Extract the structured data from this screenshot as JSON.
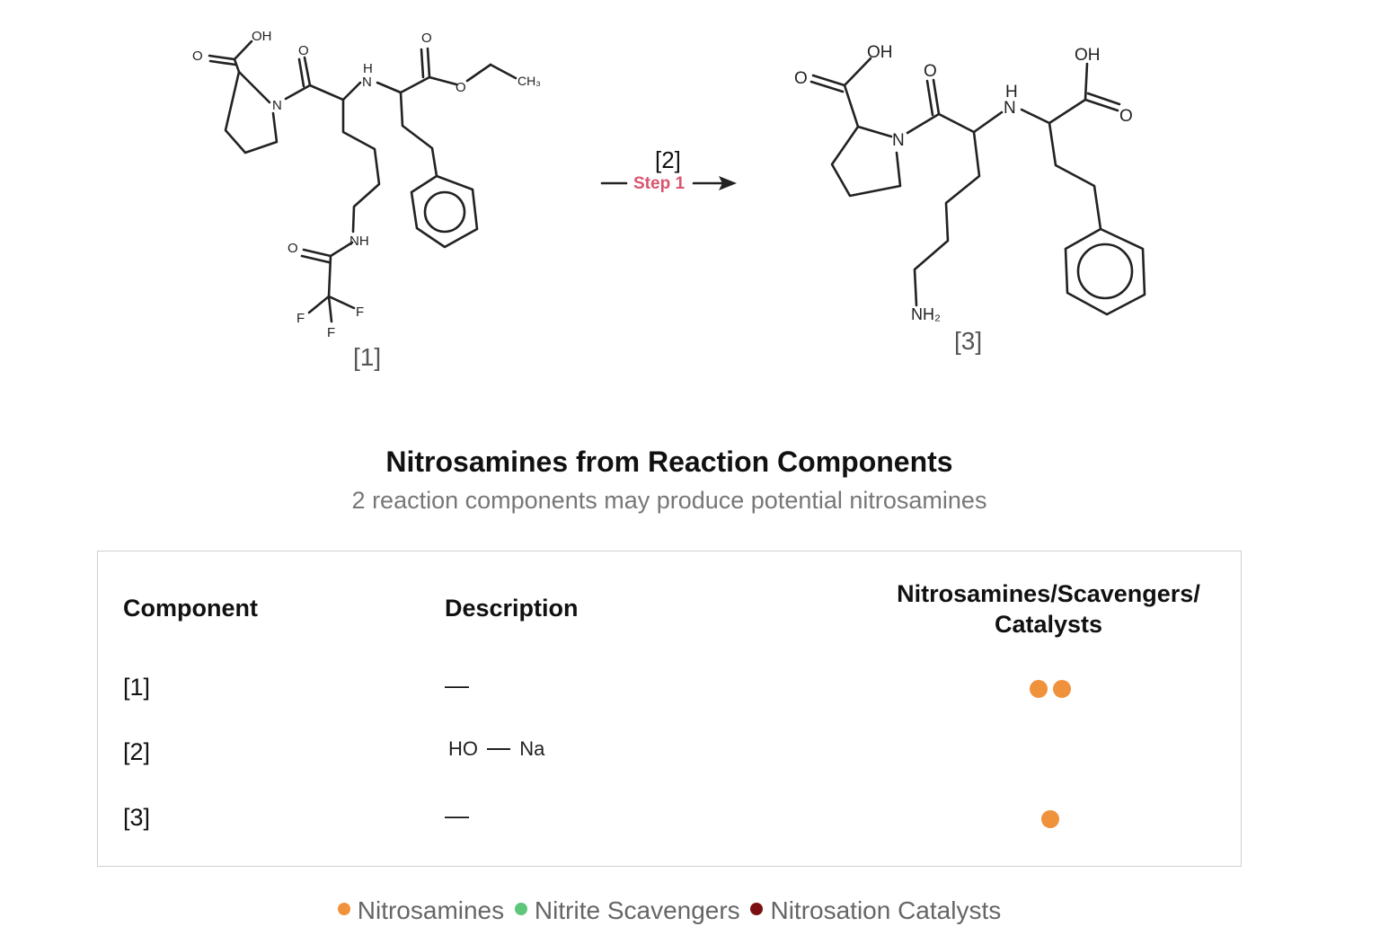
{
  "reaction": {
    "reactant_label": "[1]",
    "reagent_label": "[2]",
    "step_label": "Step 1",
    "product_label": "[3]",
    "atoms_reactant": {
      "o1": "O",
      "oh1": "OH",
      "n1": "N",
      "o2": "O",
      "nh1": "N",
      "h1": "H",
      "o3": "O",
      "o4": "O",
      "ch3": "CH₃",
      "nh2": "NH",
      "o5": "O",
      "f1": "F",
      "f2": "F",
      "f3": "F"
    },
    "atoms_product": {
      "o1": "O",
      "oh1": "OH",
      "n1": "N",
      "o2": "O",
      "nh1": "N",
      "h1": "H",
      "oh2": "OH",
      "o3": "O",
      "nh2": "NH₂"
    }
  },
  "section": {
    "title": "Nitrosamines from Reaction Components",
    "subtitle": "2 reaction components may produce potential nitrosamines"
  },
  "table": {
    "headers": {
      "component": "Component",
      "description": "Description",
      "flags_line1": "Nitrosamines/Scavengers/",
      "flags_line2": "Catalysts"
    },
    "rows": [
      {
        "component": "[1]",
        "description": "—",
        "nitrosamines": 2
      },
      {
        "component": "[2]",
        "description_formula": {
          "left": "HO",
          "right": "Na"
        },
        "nitrosamines": 0
      },
      {
        "component": "[3]",
        "description": "—",
        "nitrosamines": 1
      }
    ]
  },
  "legend": {
    "items": [
      {
        "label": "Nitrosamines",
        "color": "#f0923c"
      },
      {
        "label": "Nitrite Scavengers",
        "color": "#5ec77a"
      },
      {
        "label": "Nitrosation Catalysts",
        "color": "#7a1010"
      }
    ]
  },
  "colors": {
    "nitrosamine_dot": "#f0923c",
    "step": "#d9546f"
  }
}
